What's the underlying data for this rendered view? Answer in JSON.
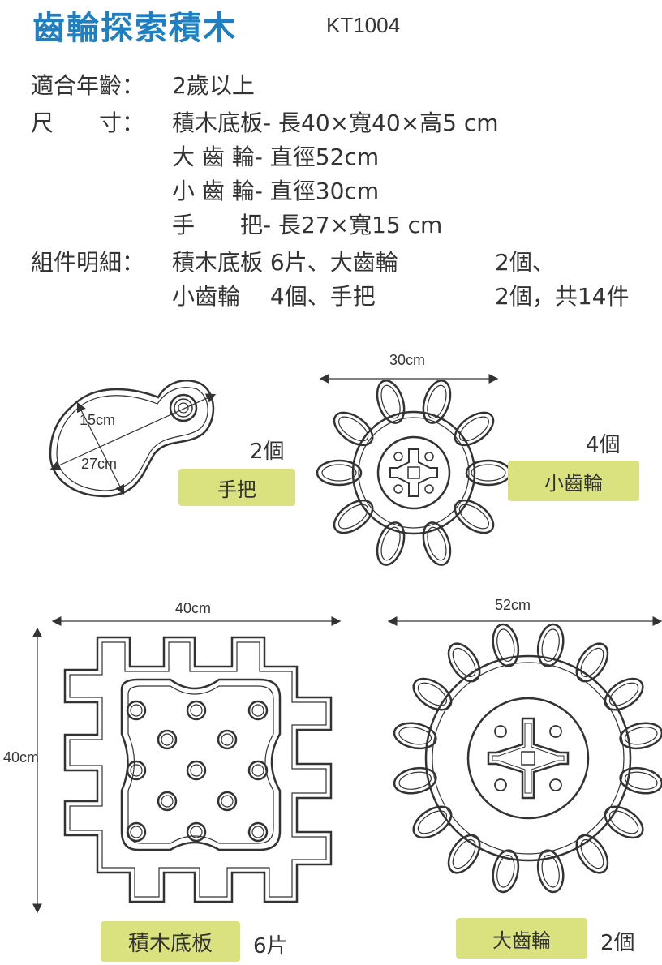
{
  "header": {
    "title": "齒輪探索積木",
    "code": "KT1004"
  },
  "specs": {
    "age_label": "適合年齡：",
    "age_value": "2歲以上",
    "size_label": "尺　　寸：",
    "base": "積木底板- 長40×寬40×高5 cm",
    "big_gear": "大 齒 輪- 直徑52cm",
    "small_gear": "小 齒 輪- 直徑30cm",
    "handle": "手　　把- 長27×寬15 cm",
    "parts_label": "組件明細：",
    "parts_row1_a": "積木底板 6片、大齒輪",
    "parts_row1_b": "2個、",
    "parts_row2_a": "小齒輪　 4個、手把",
    "parts_row2_b": "2個，共14件"
  },
  "handle_part": {
    "dim_width": "15cm",
    "dim_length": "27cm",
    "qty": "2個",
    "name": "手把"
  },
  "small_gear_part": {
    "dim": "30cm",
    "qty": "4個",
    "name": "小齒輪"
  },
  "base_part": {
    "dim_width": "40cm",
    "dim_height": "40cm",
    "qty": "6片",
    "name": "積木底板"
  },
  "big_gear_part": {
    "dim": "52cm",
    "qty": "2個",
    "name": "大齒輪"
  },
  "colors": {
    "title": "#1e7fc2",
    "badge": "#d9e27f",
    "line": "#333333"
  }
}
